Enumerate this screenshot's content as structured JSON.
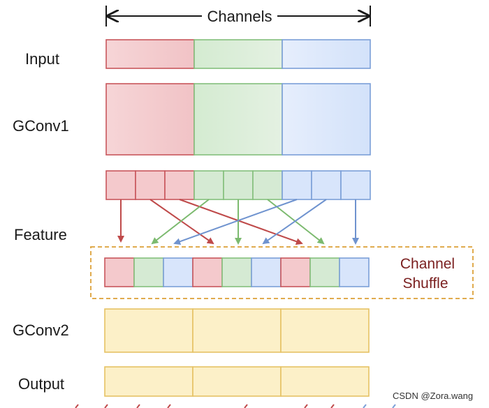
{
  "header": {
    "label": "Channels"
  },
  "rows": {
    "input": "Input",
    "gconv1": "GConv1",
    "feature": "Feature",
    "gconv2": "GConv2",
    "output": "Output"
  },
  "shuffle_label": {
    "line1": "Channel",
    "line2": "Shuffle"
  },
  "watermark": "CSDN @Zora.wang",
  "groups": 3,
  "channels_per_group": 3,
  "colors": {
    "red_fill": "#f4c9cc",
    "red_stroke": "#c8565b",
    "red_arrow": "#bf4a4a",
    "green_fill": "#d5ead3",
    "green_stroke": "#84bf7c",
    "green_arrow": "#7cba6f",
    "blue_fill": "#d8e5fb",
    "blue_stroke": "#7b9fd8",
    "blue_arrow": "#6f93cf",
    "yellow_fill": "#fcf0c8",
    "yellow_stroke": "#e6c264",
    "dash": "#e0ab4e"
  }
}
